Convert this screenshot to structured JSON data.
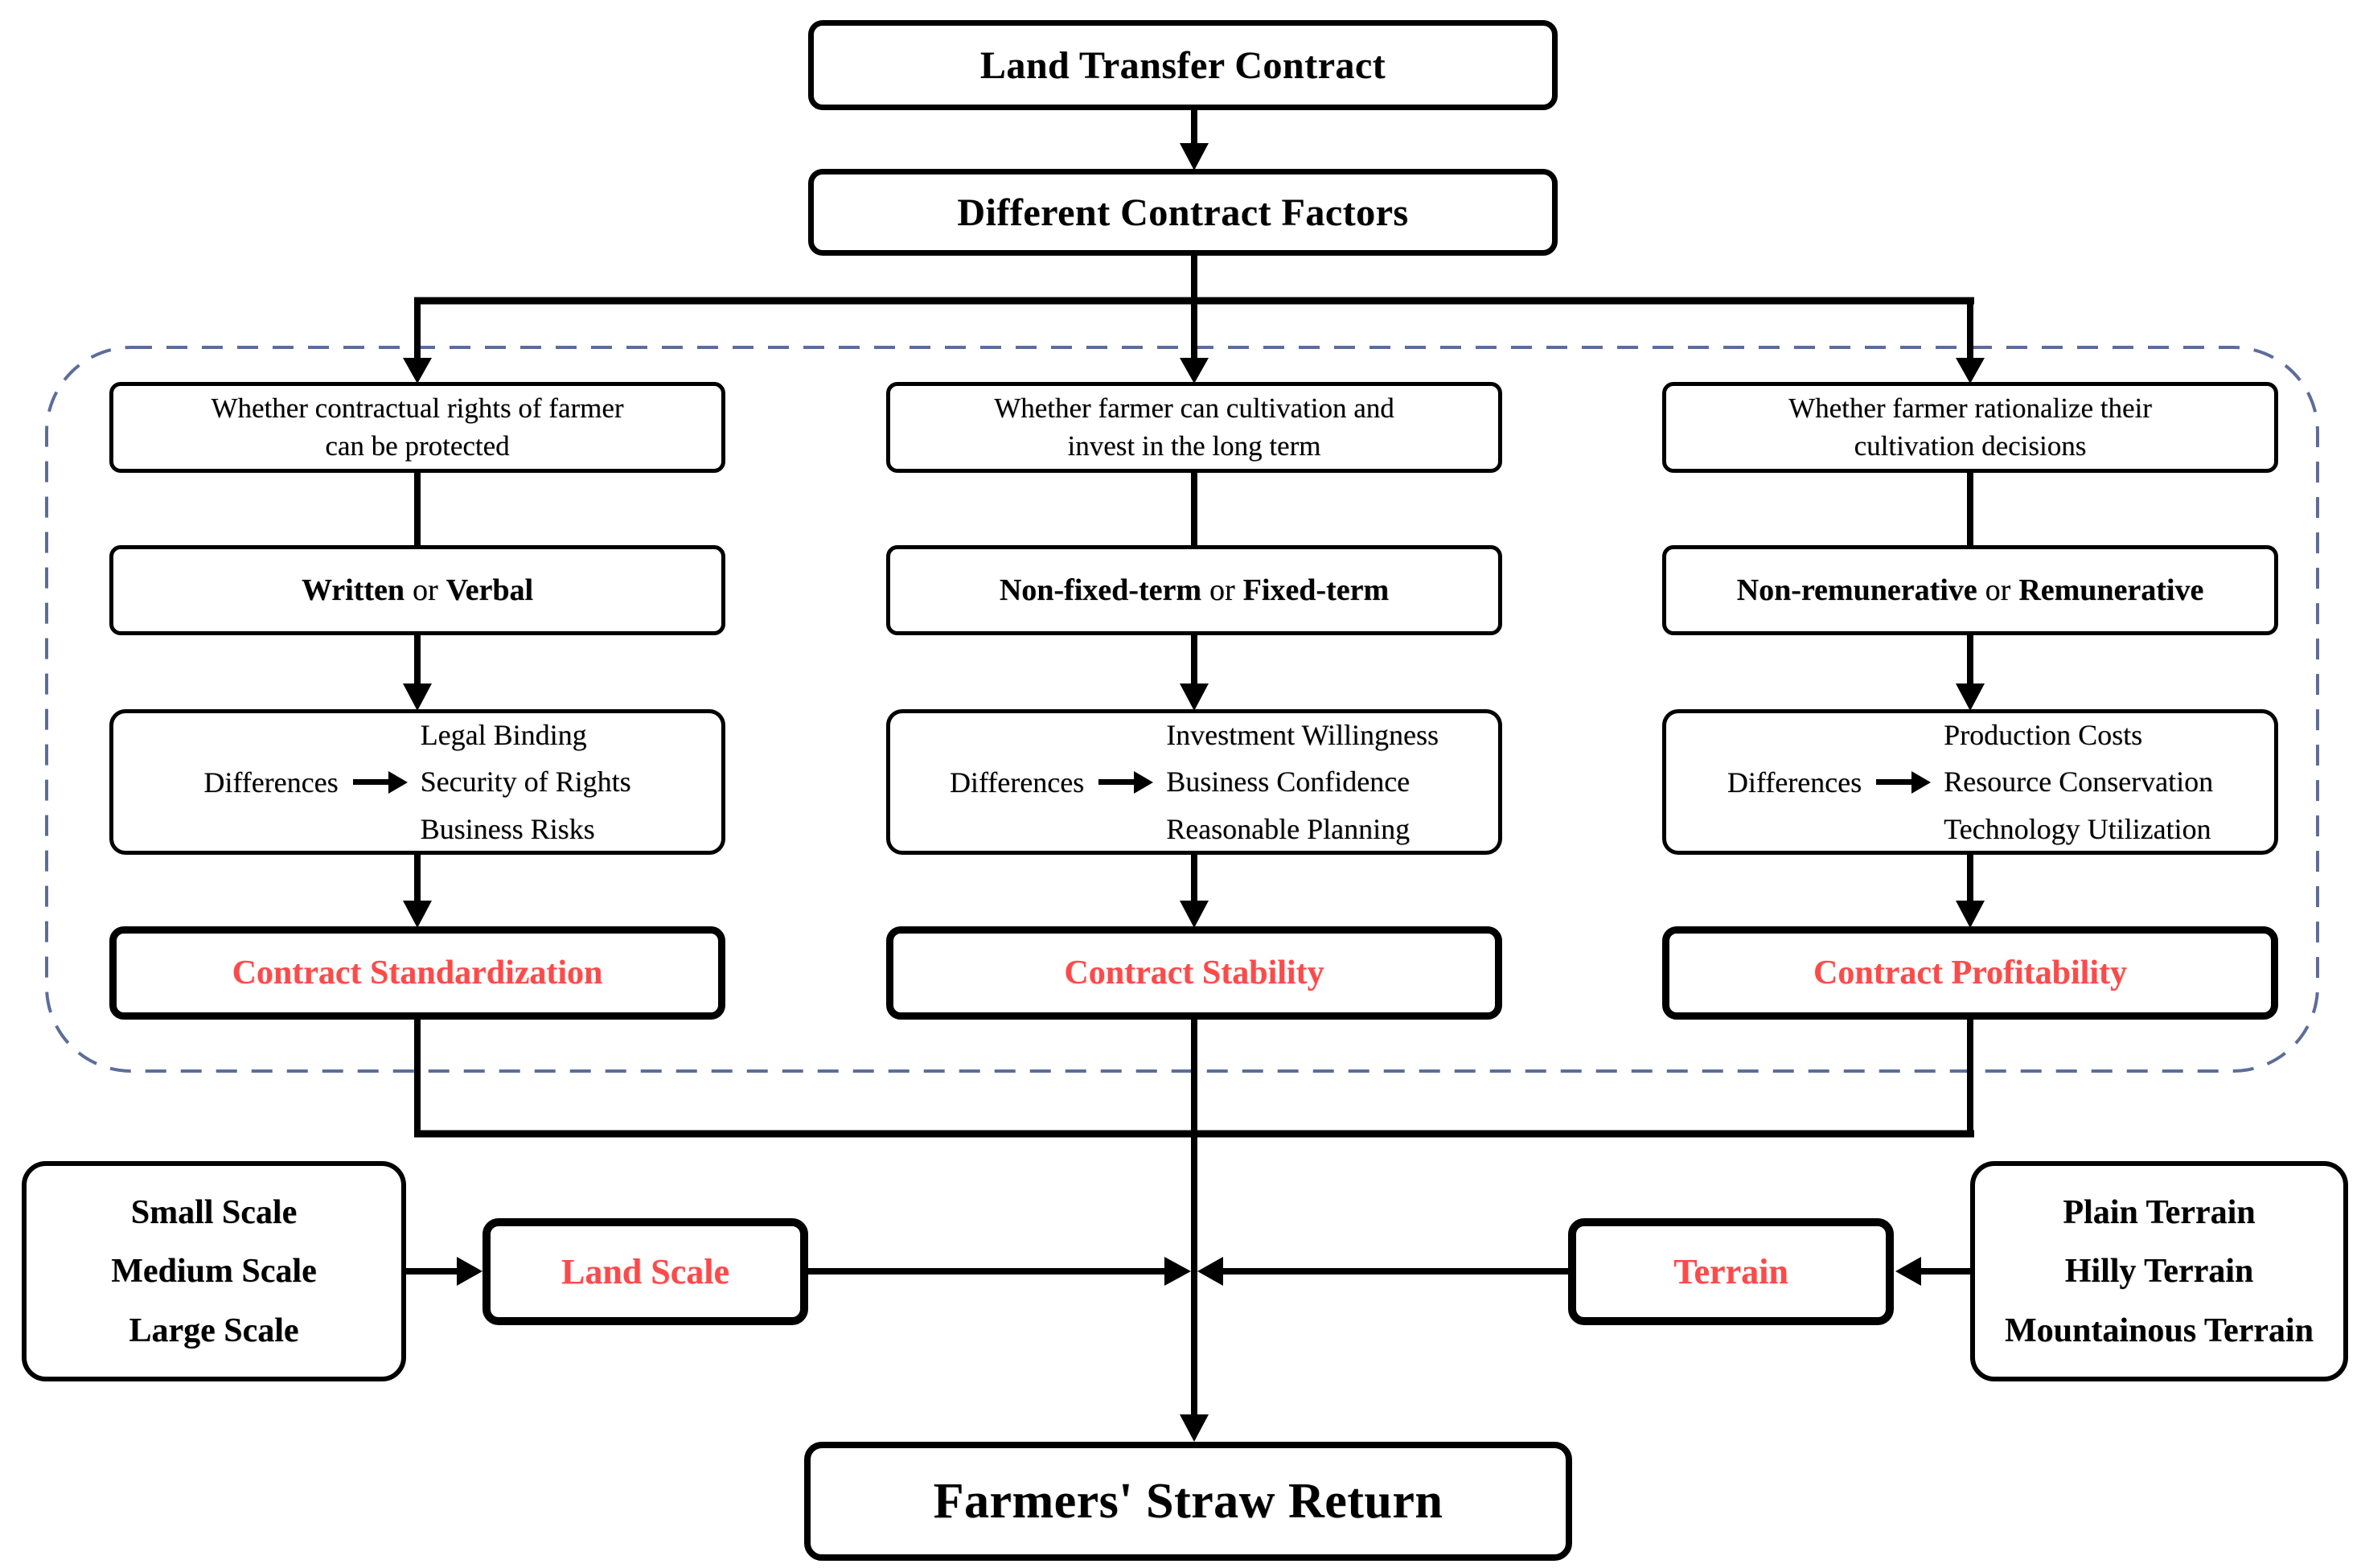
{
  "diagram": {
    "top": {
      "title": "Land Transfer Contract",
      "factors": "Different Contract Factors"
    },
    "columns": [
      {
        "question_line1": "Whether contractual rights of farmer",
        "question_line2": "can be protected",
        "option_a": "Written",
        "option_conj": "or",
        "option_b": "Verbal",
        "differences_label": "Differences",
        "difference_items": [
          "Legal Binding",
          "Security of Rights",
          "Business Risks"
        ],
        "outcome": "Contract Standardization"
      },
      {
        "question_line1": "Whether farmer can cultivation and",
        "question_line2": "invest in the long term",
        "option_a": "Non-fixed-term",
        "option_conj": "or",
        "option_b": "Fixed-term",
        "differences_label": "Differences",
        "difference_items": [
          "Investment Willingness",
          "Business Confidence",
          "Reasonable Planning"
        ],
        "outcome": "Contract Stability"
      },
      {
        "question_line1": "Whether farmer rationalize their",
        "question_line2": "cultivation decisions",
        "option_a": "Non-remunerative",
        "option_conj": "or",
        "option_b": "Remunerative",
        "differences_label": "Differences",
        "difference_items": [
          "Production Costs",
          "Resource Conservation",
          "Technology Utilization"
        ],
        "outcome": "Contract Profitability"
      }
    ],
    "left_factor": {
      "items": [
        "Small Scale",
        "Medium Scale",
        "Large Scale"
      ],
      "label": "Land Scale"
    },
    "right_factor": {
      "items": [
        "Plain Terrain",
        "Hilly Terrain",
        "Mountainous Terrain"
      ],
      "label": "Terrain"
    },
    "result": "Farmers' Straw Return",
    "colors": {
      "outcome_red": "#FA4B4B",
      "dashed_border": "#5C6D9A",
      "line": "#000000"
    }
  }
}
